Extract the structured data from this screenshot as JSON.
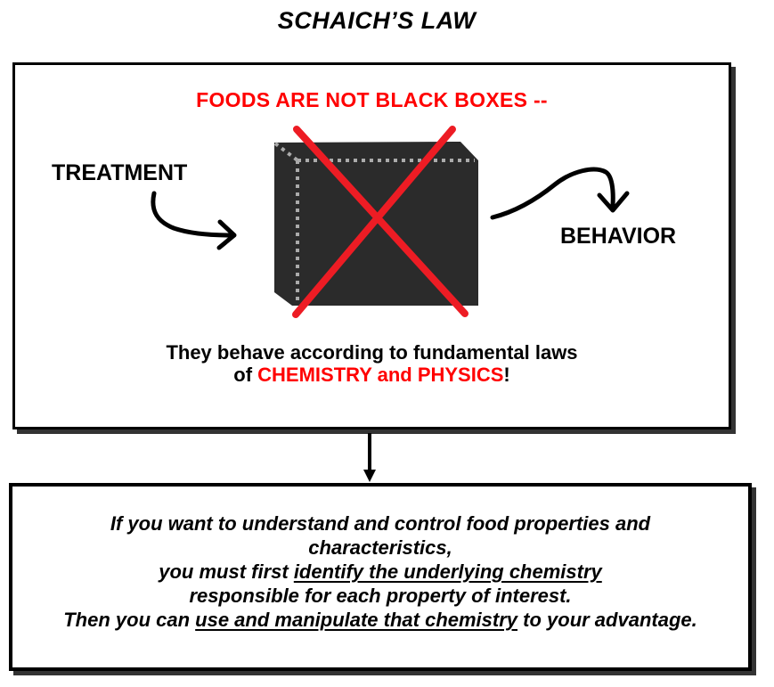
{
  "title": "SCHAICH’S LAW",
  "colors": {
    "accent_red": "#FF0000",
    "x_red": "#ED1C24",
    "box_fill": "#2B2B2B",
    "dash_gray": "#ABABAB",
    "border_black": "#000000",
    "shadow_gray": "#333333"
  },
  "top_box": {
    "heading": "FOODS ARE NOT BLACK BOXES --",
    "treatment_label": "TREATMENT",
    "behavior_label": "BEHAVIOR",
    "caption_line1": "They behave according to fundamental laws",
    "caption_line2_prefix": "of ",
    "caption_line2_red": "CHEMISTRY and PHYSICS",
    "caption_line2_suffix": "!"
  },
  "bottom_box": {
    "line1": "If you want to understand and control food properties and",
    "line2": "characteristics,",
    "line3_prefix": "you must first ",
    "line3_underline": "identify the underlying chemistry",
    "line4": "responsible for each property of interest.",
    "line5_prefix": "Then you can ",
    "line5_underline": "use and manipulate that chemistry",
    "line5_suffix": " to your advantage."
  },
  "icons": {
    "black-box-graphic": "3D dark box with dashed hidden edges",
    "red-x-icon": "red X cross-out over box",
    "treatment-arrow-icon": "hand-drawn curved arrow pointing right toward box",
    "behavior-arrow-icon": "hand-drawn curved arrow pointing down to label",
    "flow-down-arrow-icon": "straight arrow from top box to bottom box"
  }
}
